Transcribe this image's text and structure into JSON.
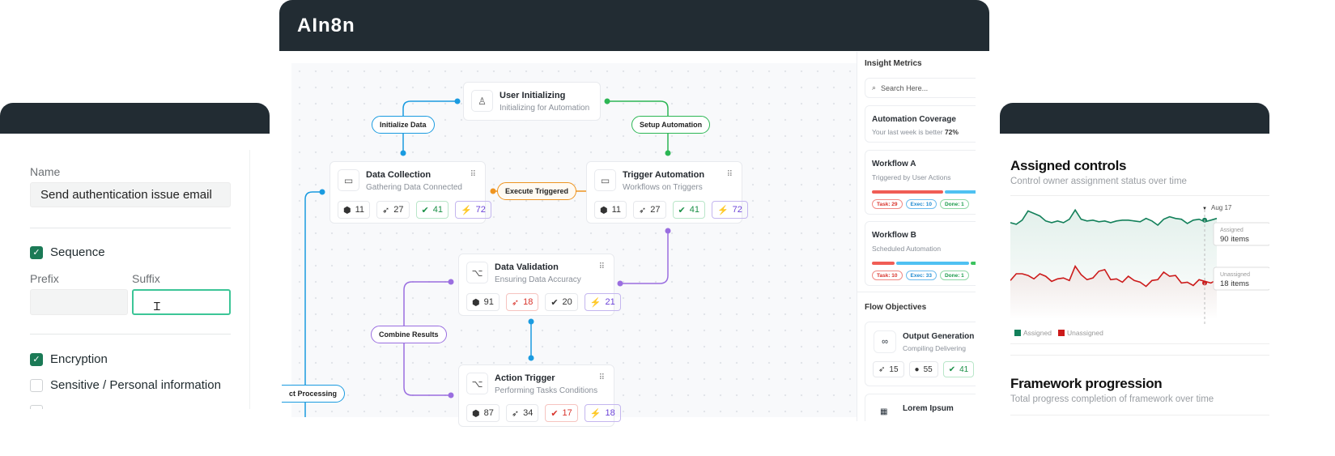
{
  "left_panel": {
    "name_label": "Name",
    "name_value": "Send authentication issue email",
    "sequence": {
      "label": "Sequence",
      "checked": true
    },
    "prefix_label": "Prefix",
    "prefix_value": "",
    "suffix_label": "Suffix",
    "suffix_value": "",
    "options": [
      {
        "label": "Encryption",
        "checked": true
      },
      {
        "label": "Sensitive / Personal information",
        "checked": false
      }
    ]
  },
  "app": {
    "title": "AIn8n"
  },
  "flow": {
    "nodes": [
      {
        "title": "User Initializing",
        "subtitle": "Initializing for Automation",
        "icon": "user-icon"
      },
      {
        "title": "Data Collection",
        "subtitle": "Gathering Data Connected",
        "icon": "calendar-icon",
        "stats": [
          "11",
          "27",
          "41",
          "72"
        ]
      },
      {
        "title": "Trigger Automation",
        "subtitle": "Workflows on Triggers",
        "icon": "calendar-icon",
        "stats": [
          "11",
          "27",
          "41",
          "72"
        ]
      },
      {
        "title": "Data Validation",
        "subtitle": "Ensuring Data Accuracy",
        "icon": "tree-icon",
        "stats": [
          "91",
          "18",
          "20",
          "21"
        ]
      },
      {
        "title": "Action Trigger",
        "subtitle": "Performing Tasks Conditions",
        "icon": "tree-icon",
        "stats": [
          "87",
          "34",
          "17",
          "18"
        ]
      }
    ],
    "edges": [
      "Initialize Data",
      "Setup Automation",
      "Execute Triggered",
      "Combine Results",
      "ct Processing"
    ],
    "colors": {
      "blue": "#1a9be0",
      "green": "#2cb654",
      "orange": "#ee9420",
      "purple": "#9a6ee0"
    }
  },
  "sidebar": {
    "insight_title": "Insight Metrics",
    "search_placeholder": "Search Here...",
    "coverage": {
      "title": "Automation Coverage",
      "subtitle": "Your last week is better ",
      "value": "72%"
    },
    "workflows": [
      {
        "title": "Workflow A",
        "subtitle": "Triggered by User Actions",
        "task": "Task: 29",
        "exec": "Exec: 10",
        "done": "Done: 1"
      },
      {
        "title": "Workflow B",
        "subtitle": "Scheduled Automation",
        "task": "Task: 10",
        "exec": "Exec: 33",
        "done": "Done: 1"
      }
    ],
    "objectives_title": "Flow Objectives",
    "objectives": [
      {
        "title": "Output Generation",
        "subtitle": "Compiling Delivering",
        "stats": [
          "15",
          "55",
          "41"
        ]
      },
      {
        "title": "Lorem Ipsum",
        "subtitle": ""
      }
    ]
  },
  "right_panel": {
    "chart1": {
      "title": "Assigned controls",
      "subtitle": "Control owner assignment status over time"
    },
    "chart2": {
      "title": "Framework progression",
      "subtitle": "Total progress completion of framework over time"
    }
  },
  "chart_data": {
    "type": "line",
    "title": "Assigned controls",
    "series": [
      {
        "name": "Assigned",
        "color": "#13805a",
        "values": [
          86,
          84,
          89,
          100,
          97,
          94,
          88,
          86,
          88,
          86,
          90,
          101,
          90,
          88,
          89,
          87,
          88,
          86,
          88,
          89,
          89,
          88,
          87,
          91,
          88,
          83,
          90,
          93,
          91,
          90,
          85,
          89,
          90,
          87,
          89,
          91
        ]
      },
      {
        "name": "Unassigned",
        "color": "#cc1a1a",
        "values": [
          17,
          25,
          25,
          23,
          19,
          25,
          22,
          16,
          19,
          20,
          17,
          34,
          24,
          18,
          20,
          28,
          30,
          18,
          19,
          15,
          22,
          17,
          15,
          10,
          17,
          18,
          27,
          22,
          23,
          14,
          15,
          11,
          18,
          16,
          14,
          18
        ]
      }
    ],
    "ylim": [
      -30,
      110
    ],
    "tooltip": {
      "date": "Aug 17",
      "assigned": "Assigned",
      "assigned_value": "90 items",
      "unassigned": "Unassigned",
      "unassigned_value": "18 items"
    },
    "legend": "bottom-left"
  }
}
